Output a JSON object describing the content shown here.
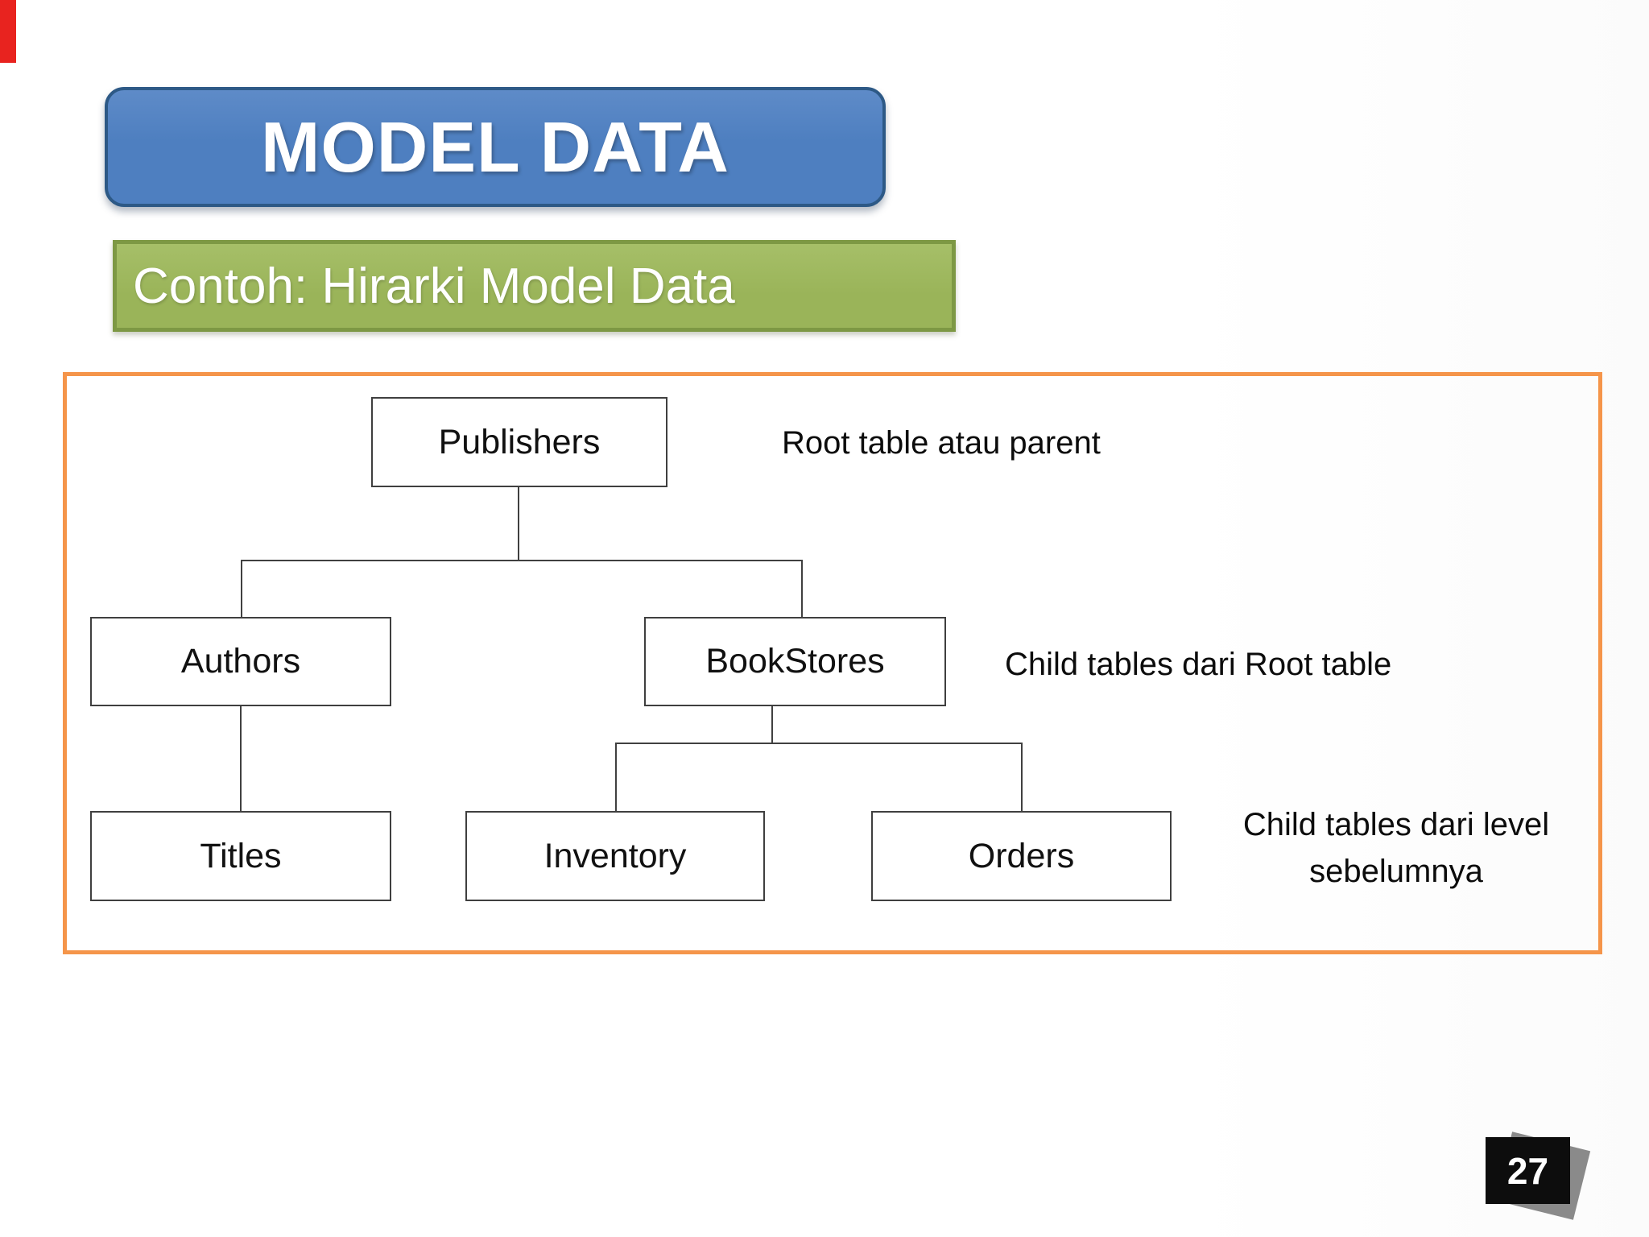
{
  "page": {
    "number": "27"
  },
  "title": {
    "text": "MODEL DATA"
  },
  "subtitle": {
    "text": "Contoh: Hirarki Model Data"
  },
  "diagram": {
    "nodes": [
      {
        "id": "publishers",
        "label": "Publishers",
        "level": 1,
        "parent": null
      },
      {
        "id": "authors",
        "label": "Authors",
        "level": 2,
        "parent": "publishers"
      },
      {
        "id": "bookstores",
        "label": "BookStores",
        "level": 2,
        "parent": "publishers"
      },
      {
        "id": "titles",
        "label": "Titles",
        "level": 3,
        "parent": "authors"
      },
      {
        "id": "inventory",
        "label": "Inventory",
        "level": 3,
        "parent": "bookstores"
      },
      {
        "id": "orders",
        "label": "Orders",
        "level": 3,
        "parent": "bookstores"
      }
    ],
    "annotations": [
      {
        "id": "root-note",
        "text": "Root table atau parent"
      },
      {
        "id": "child-note",
        "text": "Child tables dari Root table"
      },
      {
        "id": "grandchild-note",
        "text": "Child tables dari level sebelumnya"
      }
    ]
  },
  "colors": {
    "title_fill": "#4e7fc0",
    "title_border": "#2d5986",
    "subtitle_fill": "#9ab459",
    "subtitle_border": "#7d9844",
    "frame_border": "#f5954a",
    "connector": "#404040",
    "node_border": "#3f3f3f",
    "page_box": "#0d0d0d",
    "page_shadow": "#8a8a8a",
    "red_mark": "#e8231f"
  }
}
